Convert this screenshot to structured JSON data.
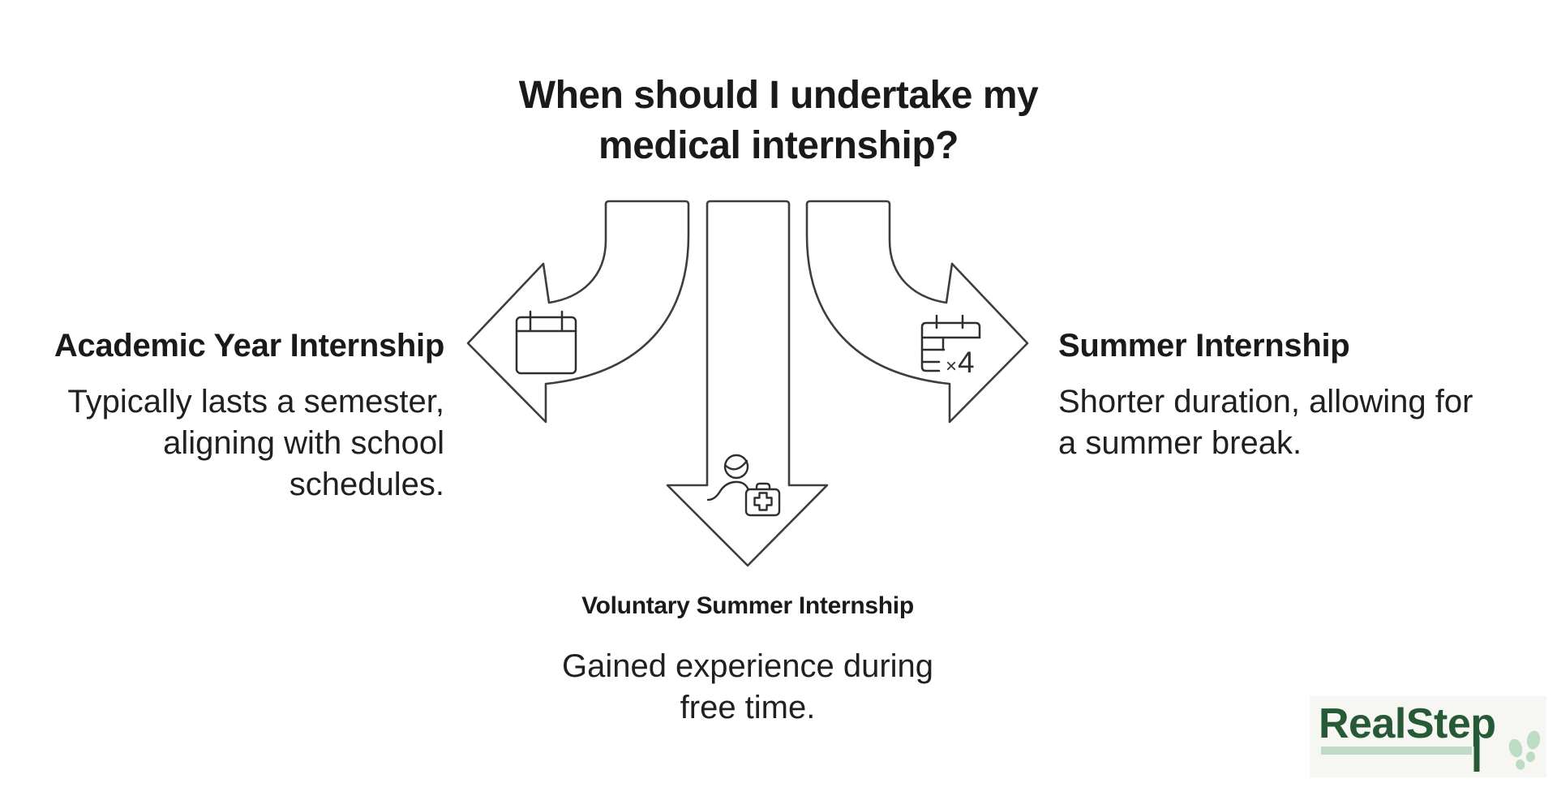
{
  "title": {
    "line1": "When should I undertake my",
    "line2": "medical internship?"
  },
  "branches": {
    "left": {
      "heading": "Academic Year Internship",
      "body_lines": [
        "Typically lasts a semester,",
        "aligning with school",
        "schedules."
      ],
      "icon": "calendar-icon"
    },
    "bottom": {
      "heading": "Voluntary Summer Internship",
      "body_lines": [
        "Gained experience during",
        "free time."
      ],
      "icon": "volunteer-medical-icon"
    },
    "right": {
      "heading": "Summer Internship",
      "body_lines": [
        "Shorter duration, allowing for",
        "a summer break."
      ],
      "icon": "calendar-x4-icon",
      "icon_multiplier": {
        "sign": "×",
        "value": "4"
      }
    }
  },
  "logo": {
    "text": "RealStep",
    "icon": "footprints-icon"
  },
  "colors": {
    "background": "#ffffff",
    "text": "#1d1d1d",
    "line": "#3e3e3e",
    "logo_green_dark": "#265a37",
    "logo_green_light": "#bedbc4",
    "logo_card_bg": "#f6f6f3"
  }
}
